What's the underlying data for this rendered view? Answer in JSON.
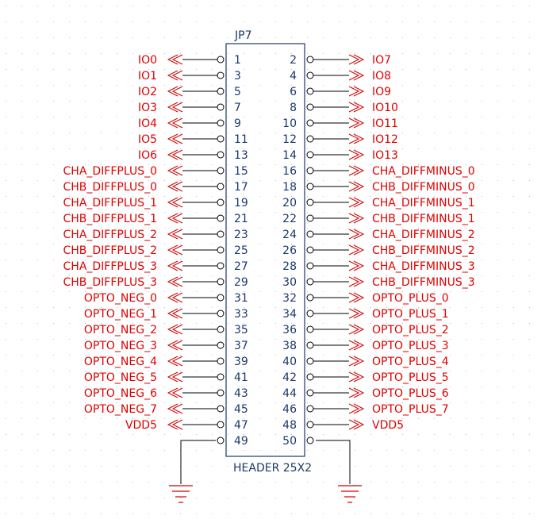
{
  "component": {
    "reference": "JP7",
    "value": "HEADER 25X2",
    "colors": {
      "body": "#1a3a6a",
      "net": "#e00000",
      "wire": "#000000",
      "grid": "#bbbbbb"
    }
  },
  "pin_rows": [
    {
      "left_pin": "1",
      "left_net": "IO0",
      "right_pin": "2",
      "right_net": "IO7"
    },
    {
      "left_pin": "3",
      "left_net": "IO1",
      "right_pin": "4",
      "right_net": "IO8"
    },
    {
      "left_pin": "5",
      "left_net": "IO2",
      "right_pin": "6",
      "right_net": "IO9"
    },
    {
      "left_pin": "7",
      "left_net": "IO3",
      "right_pin": "8",
      "right_net": "IO10"
    },
    {
      "left_pin": "9",
      "left_net": "IO4",
      "right_pin": "10",
      "right_net": "IO11"
    },
    {
      "left_pin": "11",
      "left_net": "IO5",
      "right_pin": "12",
      "right_net": "IO12"
    },
    {
      "left_pin": "13",
      "left_net": "IO6",
      "right_pin": "14",
      "right_net": "IO13"
    },
    {
      "left_pin": "15",
      "left_net": "CHA_DIFFPLUS_0",
      "right_pin": "16",
      "right_net": "CHA_DIFFMINUS_0"
    },
    {
      "left_pin": "17",
      "left_net": "CHB_DIFFPLUS_0",
      "right_pin": "18",
      "right_net": "CHB_DIFFMINUS_0"
    },
    {
      "left_pin": "19",
      "left_net": "CHA_DIFFPLUS_1",
      "right_pin": "20",
      "right_net": "CHA_DIFFMINUS_1"
    },
    {
      "left_pin": "21",
      "left_net": "CHB_DIFFPLUS_1",
      "right_pin": "22",
      "right_net": "CHB_DIFFMINUS_1"
    },
    {
      "left_pin": "23",
      "left_net": "CHA_DIFFPLUS_2",
      "right_pin": "24",
      "right_net": "CHA_DIFFMINUS_2"
    },
    {
      "left_pin": "25",
      "left_net": "CHB_DIFFPLUS_2",
      "right_pin": "26",
      "right_net": "CHB_DIFFMINUS_2"
    },
    {
      "left_pin": "27",
      "left_net": "CHA_DIFFPLUS_3",
      "right_pin": "28",
      "right_net": "CHA_DIFFMINUS_3"
    },
    {
      "left_pin": "29",
      "left_net": "CHB_DIFFPLUS_3",
      "right_pin": "30",
      "right_net": "CHB_DIFFMINUS_3"
    },
    {
      "left_pin": "31",
      "left_net": "OPTO_NEG_0",
      "right_pin": "32",
      "right_net": "OPTO_PLUS_0"
    },
    {
      "left_pin": "33",
      "left_net": "OPTO_NEG_1",
      "right_pin": "34",
      "right_net": "OPTO_PLUS_1"
    },
    {
      "left_pin": "35",
      "left_net": "OPTO_NEG_2",
      "right_pin": "36",
      "right_net": "OPTO_PLUS_2"
    },
    {
      "left_pin": "37",
      "left_net": "OPTO_NEG_3",
      "right_pin": "38",
      "right_net": "OPTO_PLUS_3"
    },
    {
      "left_pin": "39",
      "left_net": "OPTO_NEG_4",
      "right_pin": "40",
      "right_net": "OPTO_PLUS_4"
    },
    {
      "left_pin": "41",
      "left_net": "OPTO_NEG_5",
      "right_pin": "42",
      "right_net": "OPTO_PLUS_5"
    },
    {
      "left_pin": "43",
      "left_net": "OPTO_NEG_6",
      "right_pin": "44",
      "right_net": "OPTO_PLUS_6"
    },
    {
      "left_pin": "45",
      "left_net": "OPTO_NEG_7",
      "right_pin": "46",
      "right_net": "OPTO_PLUS_7"
    },
    {
      "left_pin": "47",
      "left_net": "VDD5",
      "right_pin": "48",
      "right_net": "VDD5"
    },
    {
      "left_pin": "49",
      "left_net": "",
      "right_pin": "50",
      "right_net": ""
    }
  ],
  "ground_symbols": [
    "ground-left",
    "ground-right"
  ]
}
